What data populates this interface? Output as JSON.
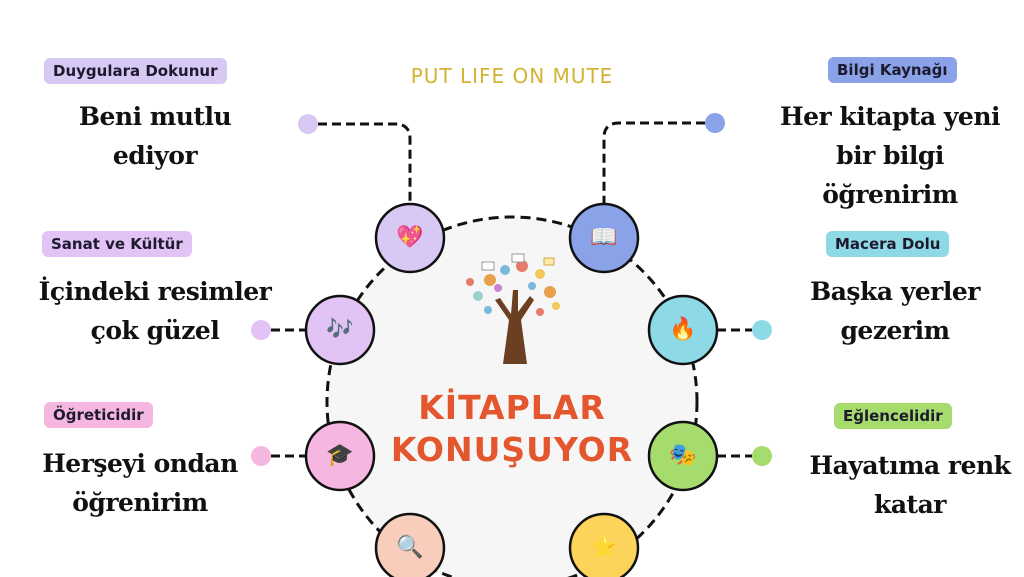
{
  "tagline": "PUT LIFE ON MUTE",
  "title": {
    "line1": "KİTAPLAR",
    "line2": "KONUŞUYOR"
  },
  "colors": {
    "purple_light": "#d8c8f4",
    "blue": "#8aa2e8",
    "lilac": "#e2c3f5",
    "cyan": "#8ed9e6",
    "pink": "#f5b7df",
    "green": "#a6dc6e",
    "peach": "#f9cdbb",
    "yellow": "#fcd35b",
    "title": "#e4572e",
    "tagline": "#d4b332"
  },
  "nodes": [
    {
      "id": "duygular",
      "badge": "Duygulara Dokunur",
      "line1": "Beni mutlu",
      "line2": "ediyor",
      "line3": "",
      "icon": "heart-icon",
      "glyph": "💖"
    },
    {
      "id": "bilgi",
      "badge": "Bilgi Kaynağı",
      "line1": "Her kitapta yeni",
      "line2": "bir bilgi",
      "line3": "öğrenirim",
      "icon": "book-icon",
      "glyph": "📖"
    },
    {
      "id": "sanat",
      "badge": "Sanat ve Kültür",
      "line1": "İçindeki resimler",
      "line2": "çok güzel",
      "line3": "",
      "icon": "music-notes-icon",
      "glyph": "🎶"
    },
    {
      "id": "macera",
      "badge": "Macera Dolu",
      "line1": "Başka yerler",
      "line2": "gezerim",
      "line3": "",
      "icon": "fire-icon",
      "glyph": "🔥"
    },
    {
      "id": "ogretici",
      "badge": "Öğreticidir",
      "line1": "Herşeyi ondan",
      "line2": "öğrenirim",
      "line3": "",
      "icon": "graduation-cap-icon",
      "glyph": "🎓"
    },
    {
      "id": "eglence",
      "badge": "Eğlencelidir",
      "line1": "Hayatıma renk",
      "line2": "katar",
      "line3": "",
      "icon": "theater-masks-icon",
      "glyph": "🎭"
    },
    {
      "id": "arastirma",
      "icon": "magnifier-icon",
      "glyph": "🔍"
    },
    {
      "id": "yildiz",
      "icon": "star-icon",
      "glyph": "⭐"
    }
  ]
}
